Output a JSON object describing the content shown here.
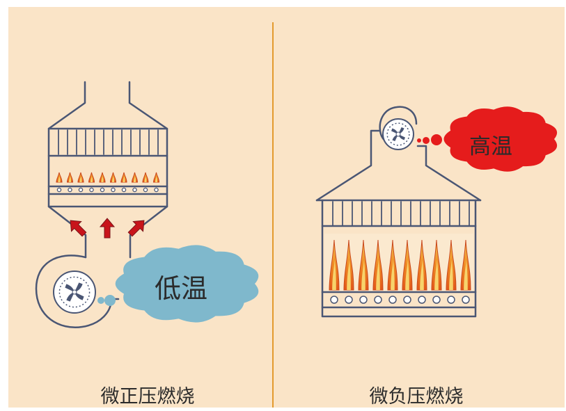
{
  "panels": {
    "left": {
      "caption": "微正压燃烧",
      "cloud_label": "低温",
      "cloud_color": "#7fb8cc",
      "cloud_meaning": "low temperature air"
    },
    "right": {
      "caption": "微负压燃烧",
      "cloud_label": "高温",
      "cloud_color": "#e51c1c",
      "cloud_meaning": "high temperature air"
    }
  },
  "colors": {
    "background": "#fae4c7",
    "line": "#4a5674",
    "divider": "#e39a2e",
    "arrow": "#c8141b",
    "flame_outer": "#e8781e",
    "flame_inner": "#f3c64a"
  },
  "icons": [
    "fan-icon",
    "flame-icon",
    "arrow-icon",
    "cloud-icon"
  ]
}
